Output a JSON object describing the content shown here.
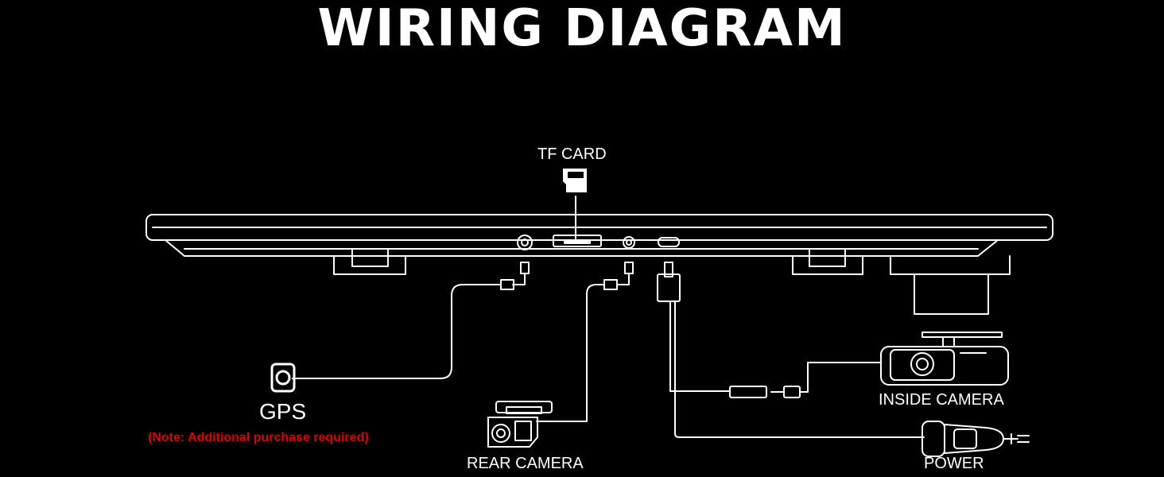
{
  "title": "WIRING DIAGRAM",
  "labels": {
    "tf_card": "TF CARD",
    "gps": "GPS",
    "note": "(Note: Additional purchase required)",
    "rear_camera": "REAR CAMERA",
    "inside_camera": "INSIDE CAMERA",
    "power": "POWER"
  },
  "colors": {
    "background": "#000000",
    "line": "#ffffff",
    "note": "#e00000"
  }
}
